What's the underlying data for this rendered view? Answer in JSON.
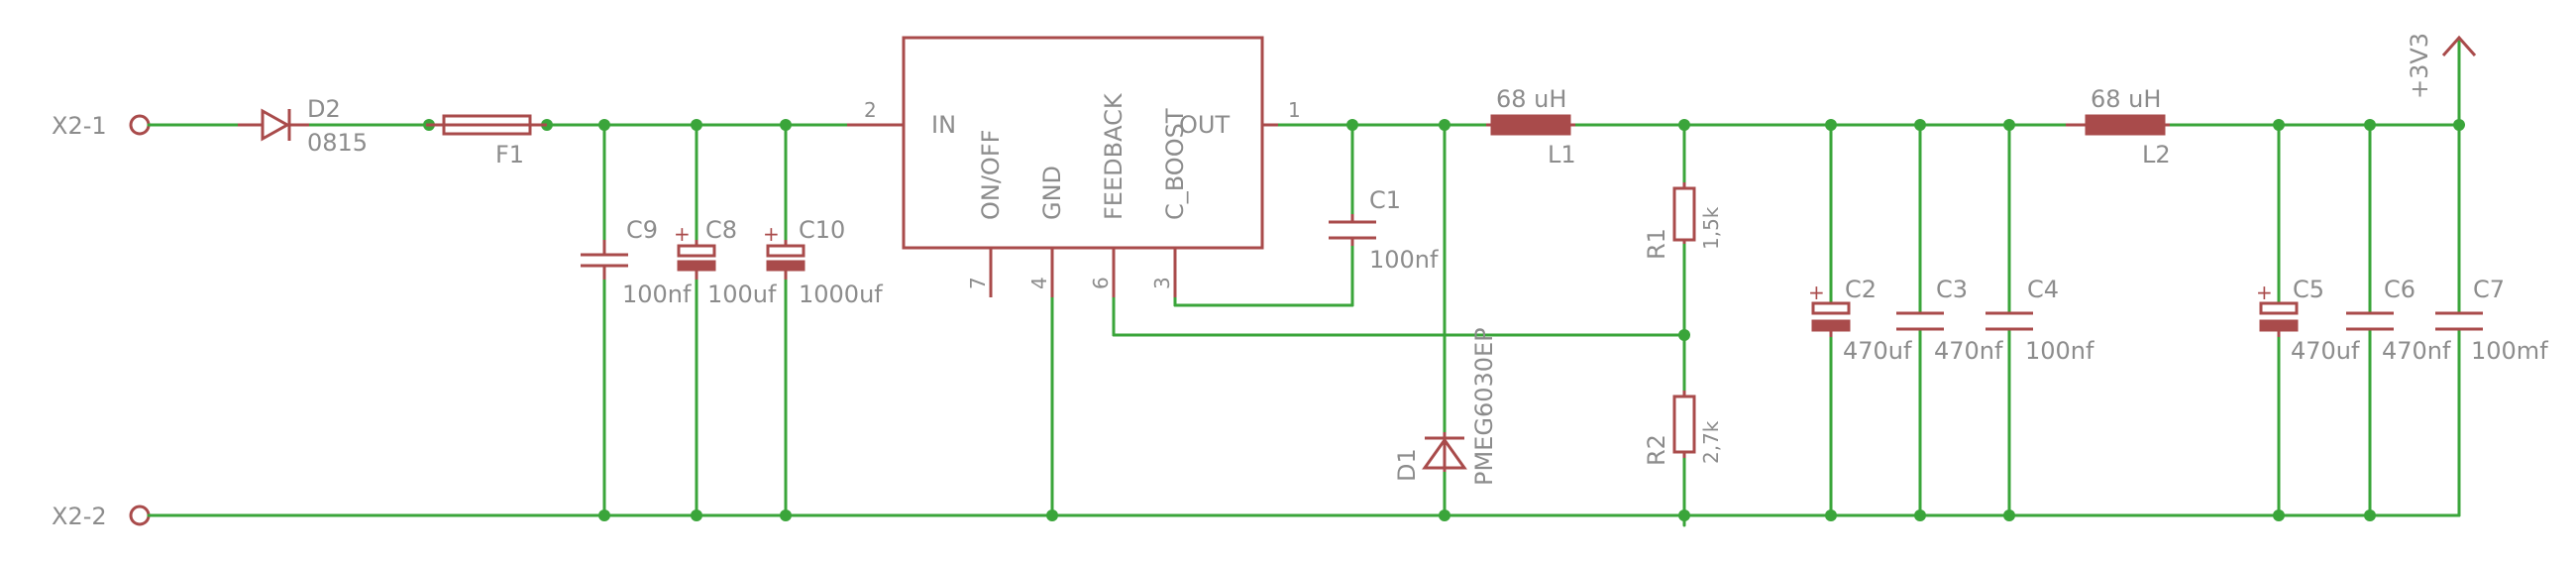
{
  "connectors": {
    "input_pos": "X2-1",
    "input_neg": "X2-2"
  },
  "d2": {
    "ref": "D2",
    "value": "0815"
  },
  "f1": {
    "ref": "F1"
  },
  "c9": {
    "ref": "C9",
    "value": "100nf"
  },
  "c8": {
    "ref": "C8",
    "value": "100uf"
  },
  "c10": {
    "ref": "C10",
    "value": "1000uf"
  },
  "ic": {
    "pins": {
      "in": "IN",
      "on_off": "ON/OFF",
      "gnd": "GND",
      "feedback": "FEEDBACK",
      "c_boost": "C_BOOST",
      "out": "OUT"
    },
    "pin_numbers": {
      "in": "2",
      "out": "1",
      "on_off": "7",
      "gnd": "4",
      "feedback": "6",
      "c_boost": "3"
    }
  },
  "c1": {
    "ref": "C1",
    "value": "100nf"
  },
  "d1": {
    "ref": "D1",
    "value": "PMEG6030EP"
  },
  "l1": {
    "ref": "L1",
    "value": "68 uH"
  },
  "r1": {
    "ref": "R1",
    "value": "1,5k"
  },
  "r2": {
    "ref": "R2",
    "value": "2,7k"
  },
  "c2": {
    "ref": "C2",
    "value": "470uf"
  },
  "c3": {
    "ref": "C3",
    "value": "470nf"
  },
  "c4": {
    "ref": "C4",
    "value": "100nf"
  },
  "l2": {
    "ref": "L2",
    "value": "68 uH"
  },
  "c5": {
    "ref": "C5",
    "value": "470uf"
  },
  "c6": {
    "ref": "C6",
    "value": "470nf"
  },
  "c7": {
    "ref": "C7",
    "value": "100mf"
  },
  "supply": {
    "label": "+3V3"
  },
  "colors": {
    "wire": "#3aa53a",
    "part": "#a94b4b",
    "label": "#8c8c8c",
    "background": "#ffffff"
  }
}
